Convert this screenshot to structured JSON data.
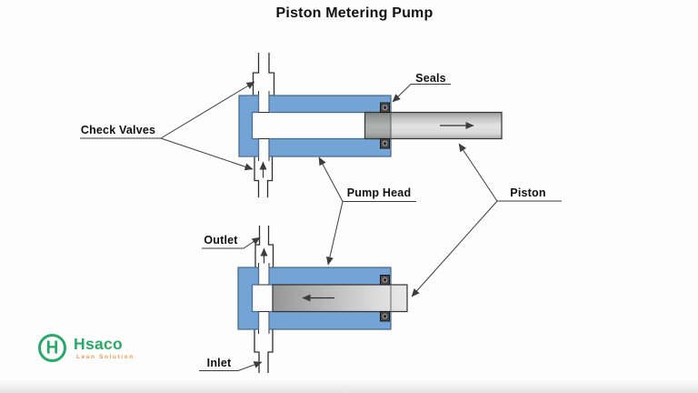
{
  "title": "Piston Metering Pump",
  "labels": {
    "check_valves": "Check Valves",
    "seals": "Seals",
    "pump_head": "Pump Head",
    "piston": "Piston",
    "outlet": "Outlet",
    "inlet": "Inlet"
  },
  "logo": {
    "name": "Hsaco",
    "tagline": "Lean Solution",
    "monogram": "H"
  },
  "arrows": {
    "top_pump_piston_motion": "right",
    "bottom_pump_piston_motion": "left",
    "top_pump_flow_in_lower_check_valve": "up",
    "bottom_pump_flow_in_upper_check_valve": "up"
  },
  "colors": {
    "background": "#fdfdfd",
    "pump_head_blue": "#74a4d6",
    "pump_head_stroke": "#4a6d8f",
    "outline": "#2e2e2e",
    "leader_line": "#3c3c3c",
    "text": "#111111",
    "seal_fill": "#4a4a4a",
    "piston_dark": "#999999",
    "piston_light": "#e9e9e9",
    "logo_green": "#29a968",
    "logo_orange": "#f09a4d"
  }
}
